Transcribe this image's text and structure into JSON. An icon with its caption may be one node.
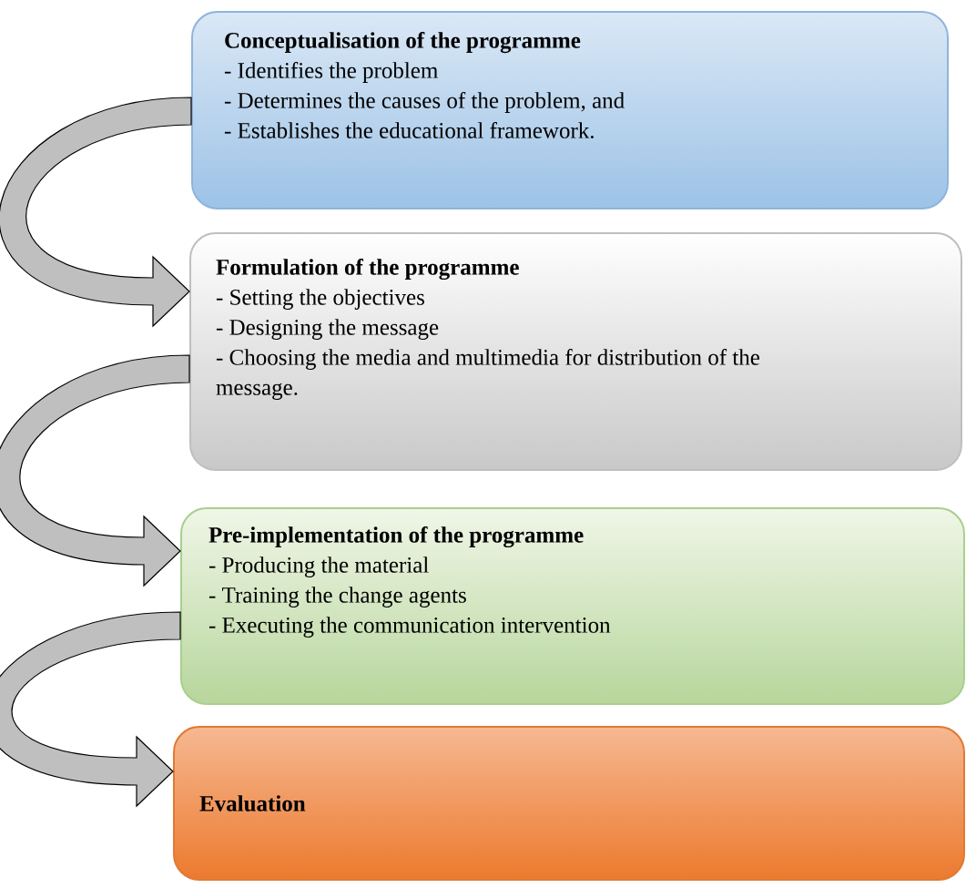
{
  "diagram": {
    "nodes": [
      {
        "text": [
          "Conceptualisation of the programme",
          "- Identifies the problem",
          "- Determines the causes of the problem, and",
          "- Establishes the educational framework."
        ]
      },
      {
        "text": [
          "Formulation of the programme",
          "- Setting the objectives",
          "- Designing the message",
          "- Choosing the media and multimedia for distribution of the message."
        ]
      },
      {
        "text": [
          "Pre-implementation of the programme",
          "- Producing the material",
          "- Training the change agents",
          "- Executing the communication intervention"
        ]
      },
      {
        "text": [
          "Evaluation"
        ]
      }
    ],
    "edges": [
      {
        "from": 0,
        "to": 1,
        "arrow": "to"
      },
      {
        "from": 1,
        "to": 2,
        "arrow": "to"
      },
      {
        "from": 2,
        "to": 3,
        "arrow": "to"
      }
    ]
  }
}
